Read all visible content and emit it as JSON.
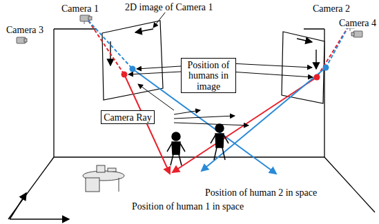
{
  "diagram": {
    "nodes": [
      {
        "text": [
          "Position of humans in image"
        ]
      },
      {
        "text": [
          "Camera Ray"
        ]
      }
    ],
    "labels": [
      "Camera 1",
      "2D image of Camera 1",
      "Camera 2",
      "Camera 3",
      "Camera 4",
      "Position of human 2 in space",
      "Position of human 1 in space"
    ]
  }
}
